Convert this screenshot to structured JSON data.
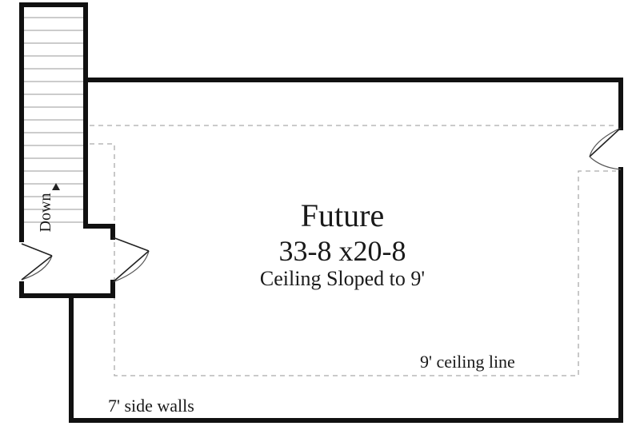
{
  "room": {
    "name": "Future",
    "dimensions": "33-8 x20-8",
    "ceiling_note": "Ceiling Sloped to 9'"
  },
  "annotations": {
    "ceiling_line": "9' ceiling line",
    "side_walls": "7' side walls",
    "stair_direction": "Down"
  }
}
